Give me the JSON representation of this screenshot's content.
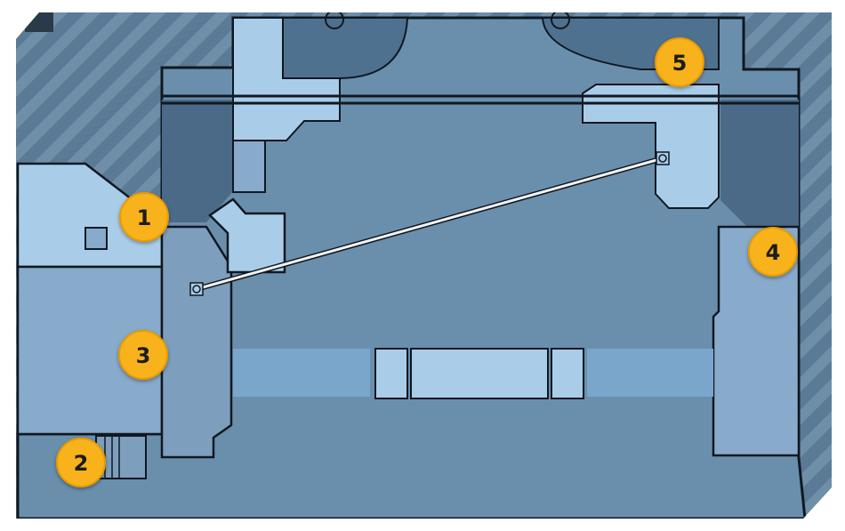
{
  "map": {
    "border_color": "#4caf3a",
    "hatch_color": "#6f8fa8",
    "floor_color": "#6a8fad",
    "room_colors": {
      "light": "#a9cde9",
      "mid": "#88aacb",
      "dark": "#4a6a88"
    },
    "wall_color": "#101820",
    "marker_fill": "#f7b21b",
    "marker_ring": "#f0a000",
    "zipline_color": "#f2f2f2"
  },
  "markers": [
    {
      "id": "marker-1",
      "label": "1"
    },
    {
      "id": "marker-2",
      "label": "2"
    },
    {
      "id": "marker-3",
      "label": "3"
    },
    {
      "id": "marker-4",
      "label": "4"
    },
    {
      "id": "marker-5",
      "label": "5"
    }
  ]
}
